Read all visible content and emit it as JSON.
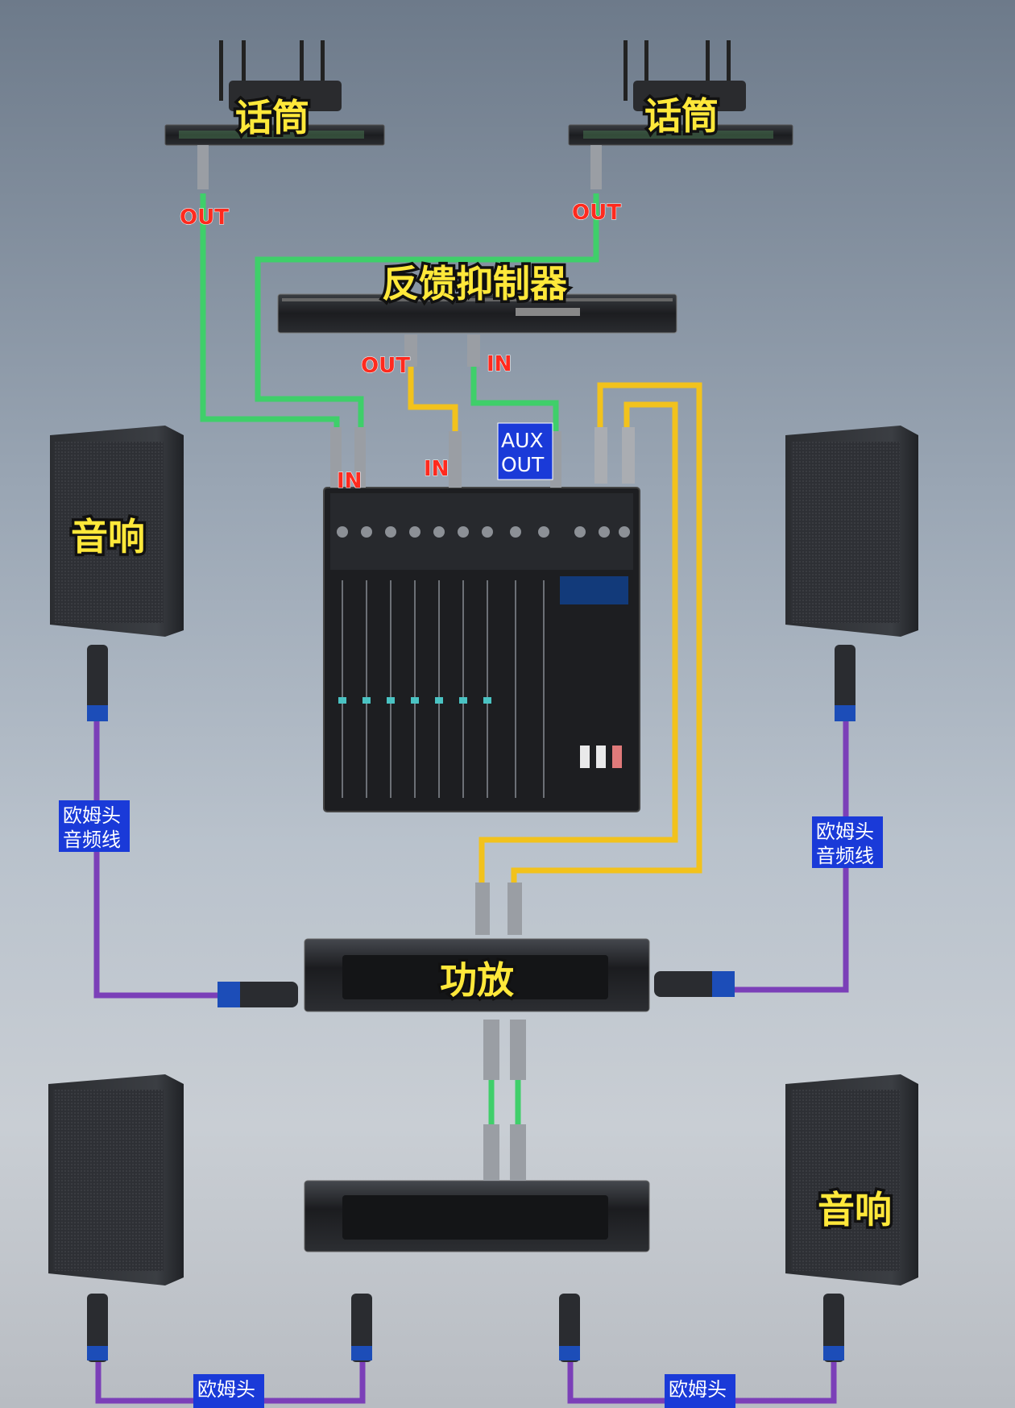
{
  "labels": {
    "mic_left": "话筒",
    "mic_right": "话筒",
    "feedback_suppressor": "反馈抑制器",
    "speaker_left": "音响",
    "speaker_right_bottom": "音响",
    "amplifier": "功放",
    "out_mic_left": "OUT",
    "out_mic_right": "OUT",
    "fs_out": "OUT",
    "fs_in": "IN",
    "mixer_in": "IN",
    "mixer_in2": "IN",
    "aux_out_line1": "AUX",
    "aux_out_line2": "OUT",
    "cable_left_line1": "欧姆头",
    "cable_left_line2": "音频线",
    "cable_right_line1": "欧姆头",
    "cable_right_line2": "音频线",
    "cable_bottom_left_line1": "欧姆头",
    "cable_bottom_right_line1": "欧姆头"
  },
  "colors": {
    "green_cable": "#3fcf6a",
    "yellow_cable": "#f2c21c",
    "purple_cable": "#7b3fb8",
    "label_blue": "#1a3ad8",
    "label_red": "#ff2a1e",
    "label_yellow": "#ffe83a"
  }
}
